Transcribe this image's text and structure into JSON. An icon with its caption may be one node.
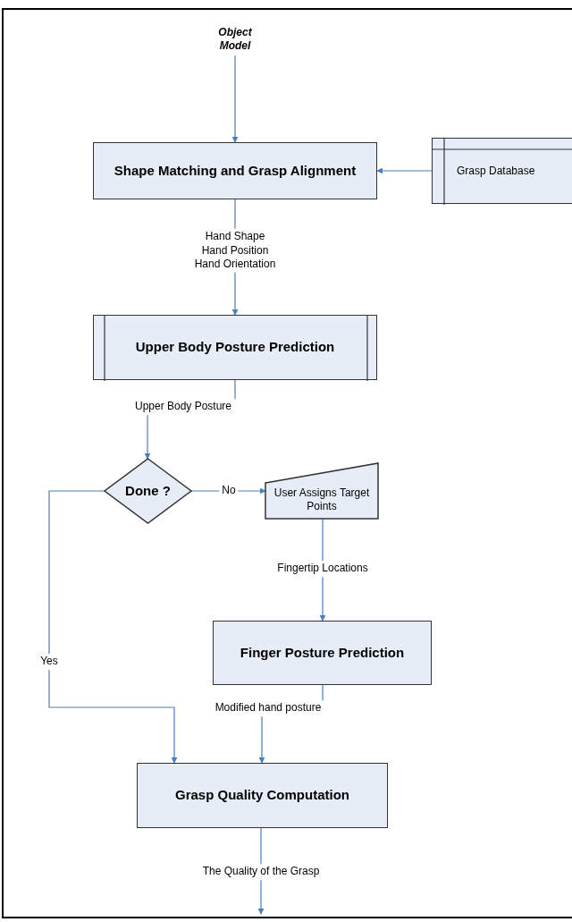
{
  "diagram": {
    "nodes": [
      {
        "text": [
          "Object Model"
        ]
      },
      {
        "text": [
          "Shape Matching and Grasp Alignment"
        ]
      },
      {
        "text": [
          "Grasp Database"
        ]
      },
      {
        "text": [
          "Upper Body Posture Prediction"
        ]
      },
      {
        "text": [
          "Done ?"
        ]
      },
      {
        "text": [
          "User Assigns Target Points"
        ]
      },
      {
        "text": [
          "Finger Posture Prediction"
        ]
      },
      {
        "text": [
          "Grasp Quality Computation"
        ]
      }
    ],
    "edges": [
      {
        "from": 0,
        "to": 1,
        "arrow": "to"
      },
      {
        "from": 2,
        "to": 1,
        "arrow": "to"
      },
      {
        "from": 1,
        "to": 3,
        "arrow": "to",
        "label": "Hand Shape Hand Position Hand Orientation"
      },
      {
        "from": 3,
        "to": 4,
        "arrow": "to",
        "label": "Upper Body Posture"
      },
      {
        "from": 4,
        "to": 5,
        "arrow": "to",
        "label": "No"
      },
      {
        "from": 4,
        "to": 7,
        "arrow": "to",
        "label": "Yes"
      },
      {
        "from": 5,
        "to": 6,
        "arrow": "to",
        "label": "Fingertip Locations"
      },
      {
        "from": 6,
        "to": 7,
        "arrow": "to",
        "label": "Modified hand posture"
      },
      {
        "from": 7,
        "to": null,
        "arrow": "to",
        "label": "The Quality of the Grasp"
      }
    ]
  }
}
